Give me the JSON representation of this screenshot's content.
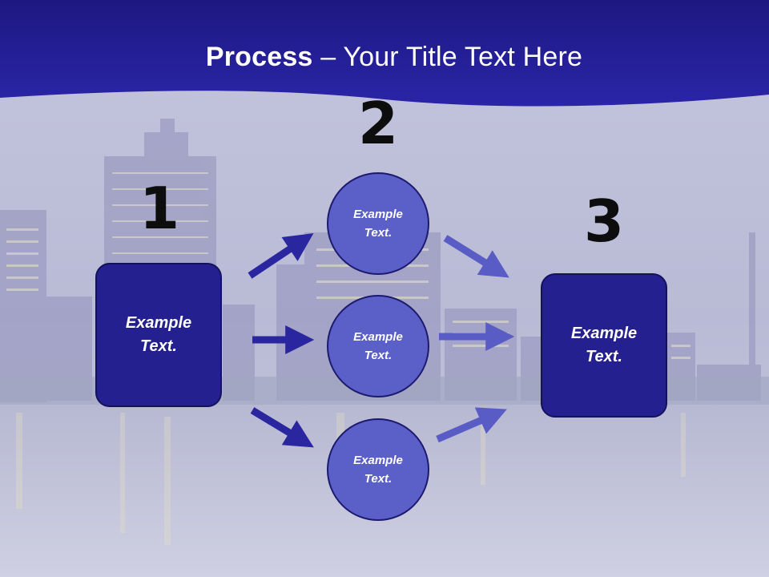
{
  "title": {
    "bold": "Process",
    "rest": " – Your Title Text Here"
  },
  "steps": [
    {
      "number": "1",
      "label": "Example Text."
    },
    {
      "number": "2"
    },
    {
      "number": "3",
      "label": "Example Text."
    }
  ],
  "circles": [
    {
      "label": "Example Text."
    },
    {
      "label": "Example Text."
    },
    {
      "label": "Example Text."
    }
  ],
  "colors": {
    "header": "#221c9a",
    "box": "#24208f",
    "circle": "#5b5fc8",
    "arrow_dark": "#2a26a0",
    "arrow_light": "#5a5cc6"
  }
}
